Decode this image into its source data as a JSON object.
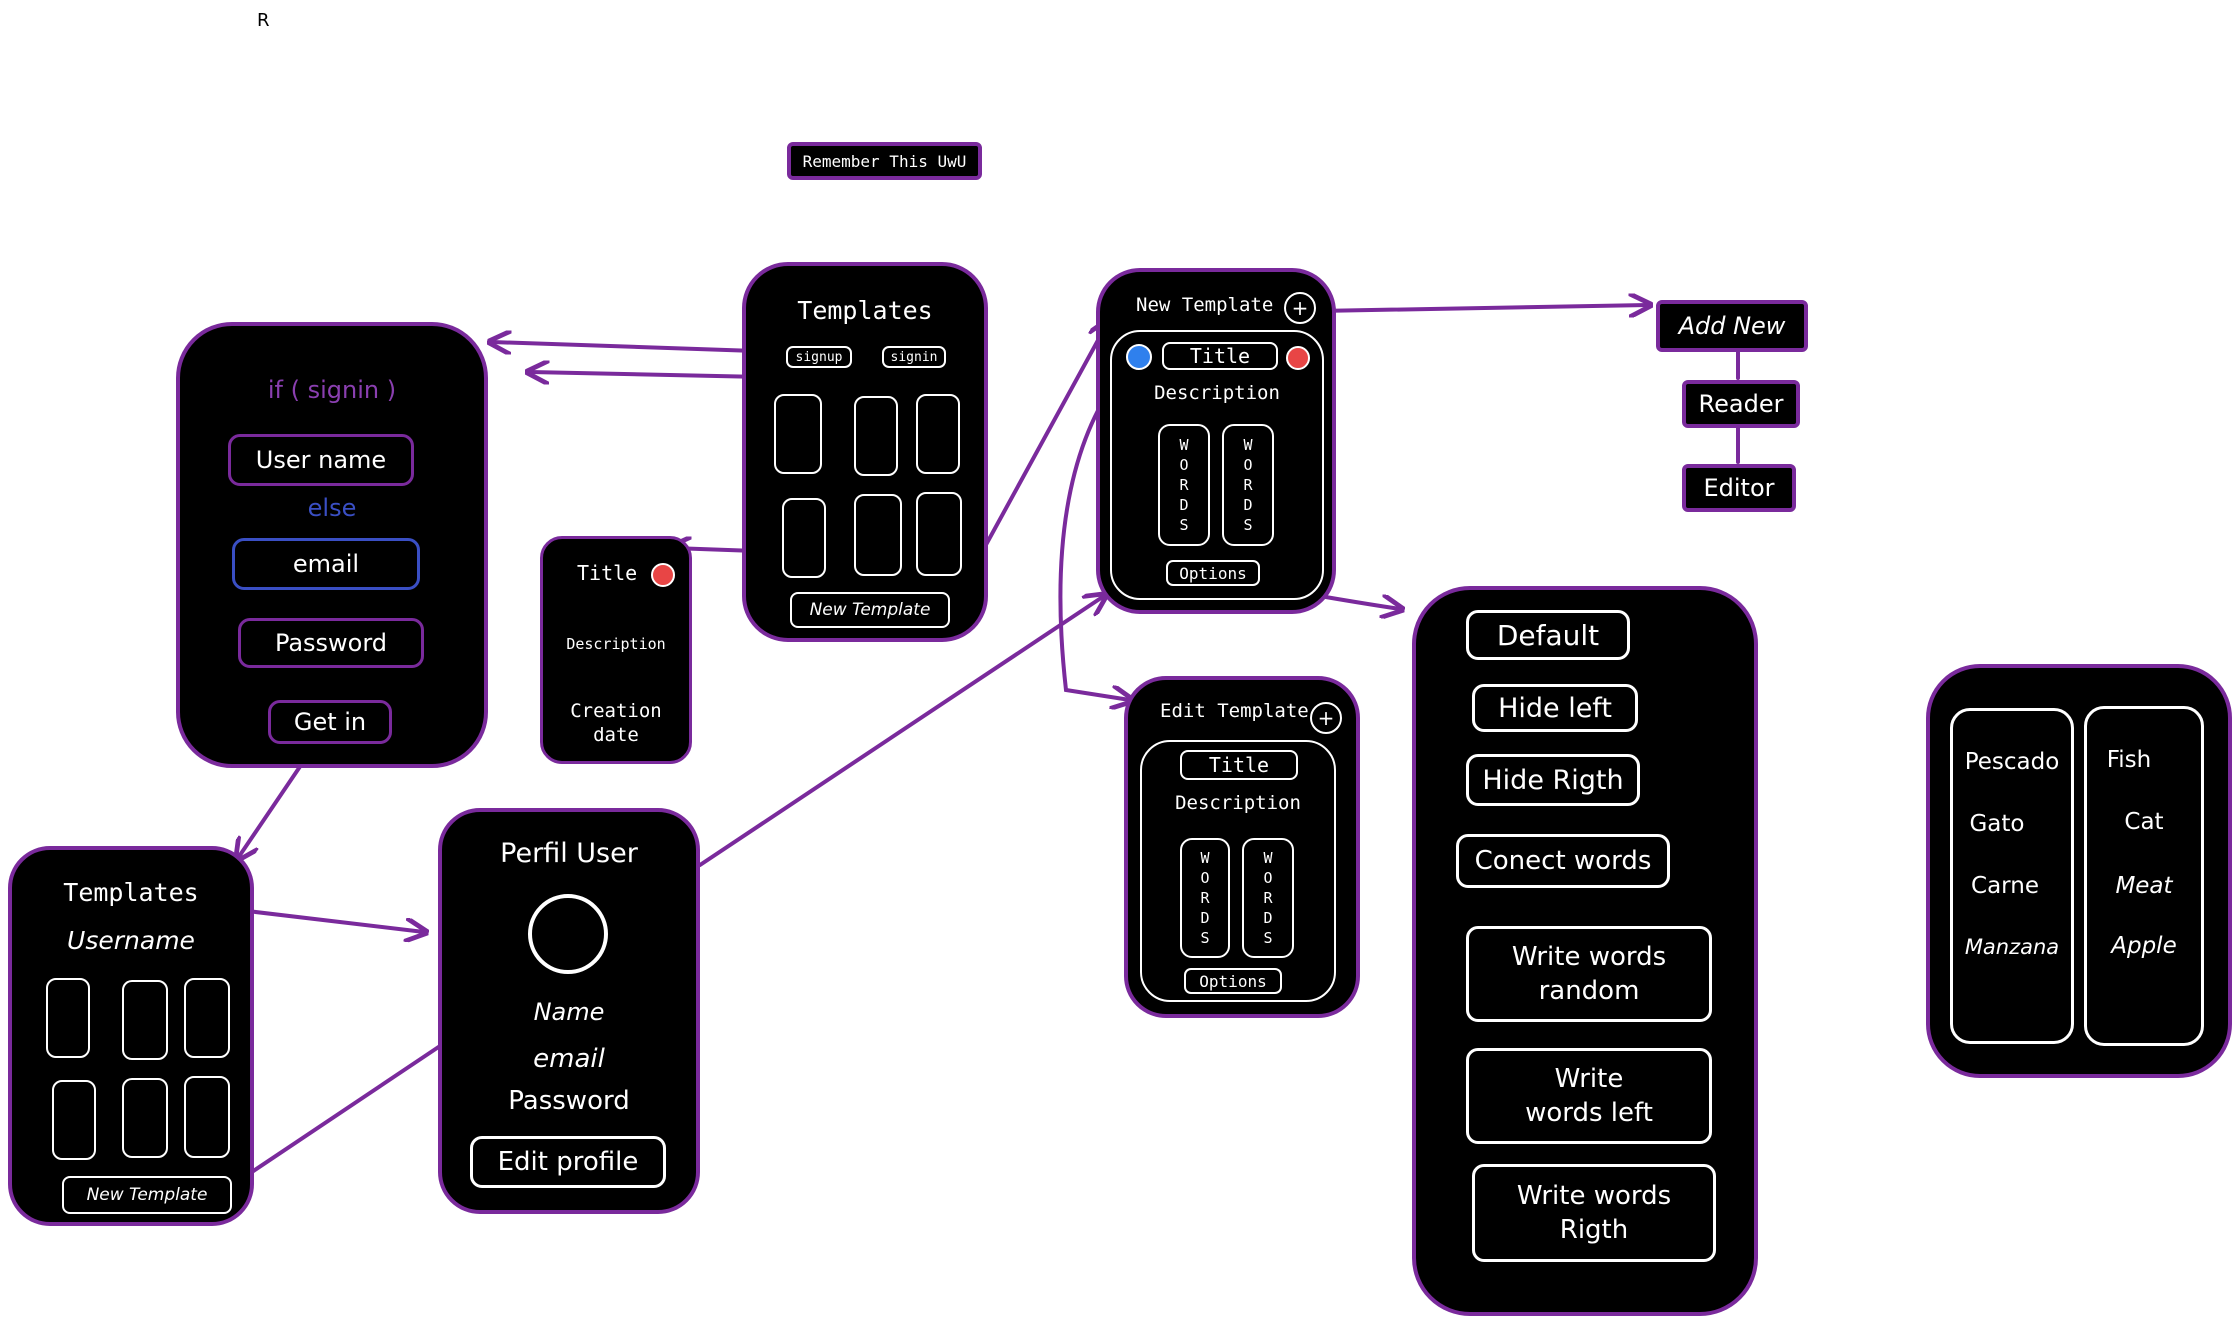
{
  "corner_mark": "R",
  "remember_note": "Remember This UwU",
  "login": {
    "condition": "if ( signin )",
    "username_field": "User name",
    "else_text": "else",
    "email_field": "email",
    "password_field": "Password",
    "submit_button": "Get in"
  },
  "templates_main": {
    "title": "Templates",
    "signup_button": "signup",
    "signin_button": "signin",
    "new_template_button": "New Template"
  },
  "template_card": {
    "title": "Title",
    "description": "Description",
    "creation_date": "Creation date"
  },
  "new_template": {
    "title": "New Template",
    "field_title": "Title",
    "description": "Description",
    "words": "WORDS",
    "options_button": "Options"
  },
  "add_menu": {
    "add_new": "Add New",
    "reader": "Reader",
    "editor": "Editor"
  },
  "user_templates": {
    "title": "Templates",
    "username": "Username",
    "new_template_button": "New Template"
  },
  "profile": {
    "title": "Perfil User",
    "name": "Name",
    "email": "email",
    "password": "Password",
    "edit_button": "Edit profile"
  },
  "edit_template": {
    "title": "Edit Template",
    "field_title": "Title",
    "description": "Description",
    "words": "WORDS",
    "options_button": "Options"
  },
  "options_menu": {
    "items": [
      "Default",
      "Hide left",
      "Hide Rigth",
      "Conect words",
      "Write words random",
      "Write words left",
      "Write words Rigth"
    ]
  },
  "reader_view": {
    "left_column": [
      "Pescado",
      "Gato",
      "Carne",
      "Manzana"
    ],
    "right_column": [
      "Fish",
      "Cat",
      "Meat",
      "Apple"
    ]
  },
  "colors": {
    "card_border": "#7a2a9c",
    "arrow": "#7a2a9c",
    "login_input_purple": "#7a2a9c",
    "email_input_blue": "#3a4fc4",
    "condition_text": "#8a3fb0",
    "else_text": "#3a4fc4",
    "dot_red": "#e84545",
    "dot_blue": "#2f80ed"
  }
}
